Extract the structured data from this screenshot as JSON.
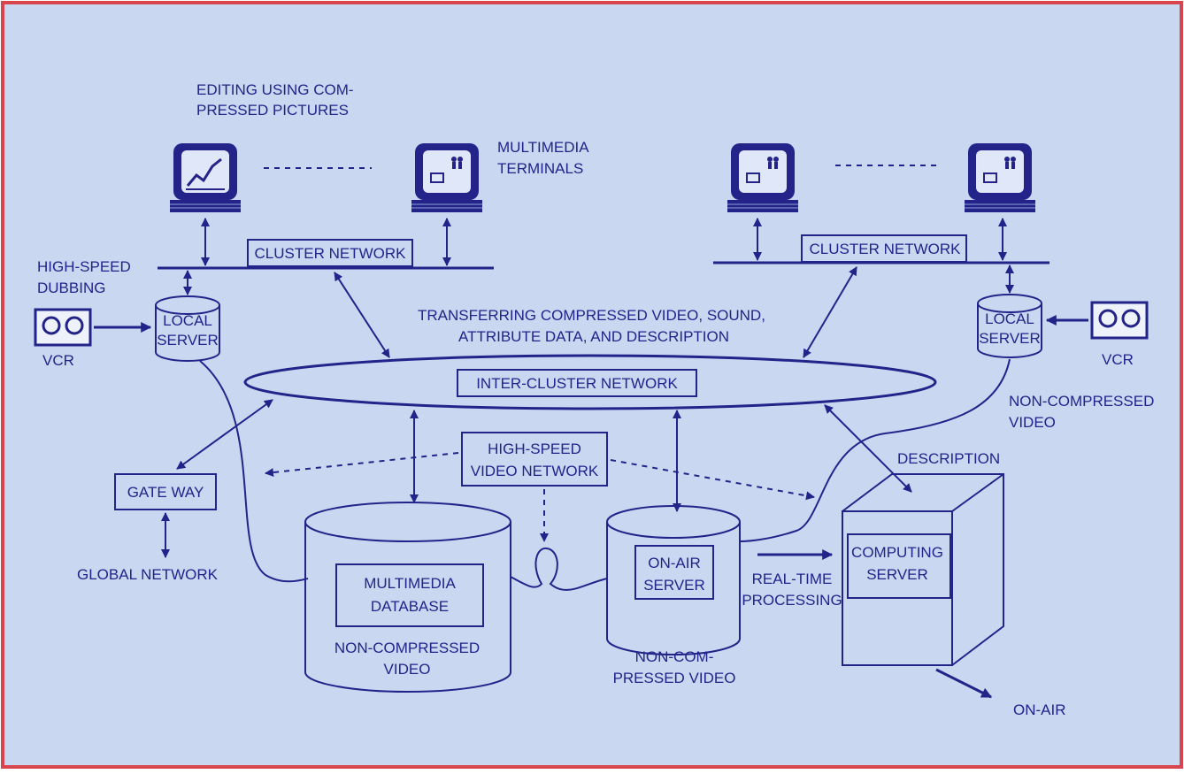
{
  "colors": {
    "ink": "#23238a",
    "paper": "#c9d7f1",
    "frame": "#d8454d"
  },
  "labels": {
    "editing_line1": "EDITING USING COM-",
    "editing_line2": "PRESSED PICTURES",
    "multimedia_terminals_line1": "MULTIMEDIA",
    "multimedia_terminals_line2": "TERMINALS",
    "cluster_network_left": "CLUSTER NETWORK",
    "cluster_network_right": "CLUSTER NETWORK",
    "high_speed_dubbing_line1": "HIGH-SPEED",
    "high_speed_dubbing_line2": "DUBBING",
    "local_server_left_line1": "LOCAL",
    "local_server_left_line2": "SERVER",
    "local_server_right_line1": "LOCAL",
    "local_server_right_line2": "SERVER",
    "vcr_left": "VCR",
    "vcr_right": "VCR",
    "transferring_line1": "TRANSFERRING COMPRESSED VIDEO, SOUND,",
    "transferring_line2": "ATTRIBUTE DATA, AND DESCRIPTION",
    "inter_cluster_network": "INTER-CLUSTER NETWORK",
    "non_compressed_video_right_line1": "NON-COMPRESSED",
    "non_compressed_video_right_line2": "VIDEO",
    "high_speed_video_network_line1": "HIGH-SPEED",
    "high_speed_video_network_line2": "VIDEO NETWORK",
    "gate_way": "GATE WAY",
    "global_network": "GLOBAL NETWORK",
    "description": "DESCRIPTION",
    "multimedia_database_line1": "MULTIMEDIA",
    "multimedia_database_line2": "DATABASE",
    "non_compressed_video_db_line1": "NON-COMPRESSED",
    "non_compressed_video_db_line2": "VIDEO",
    "on_air_server_line1": "ON-AIR",
    "on_air_server_line2": "SERVER",
    "non_compressed_video_onair_line1": "NON-COM-",
    "non_compressed_video_onair_line2": "PRESSED VIDEO",
    "real_time_processing_line1": "REAL-TIME",
    "real_time_processing_line2": "PROCESSING",
    "computing_server_line1": "COMPUTING",
    "computing_server_line2": "SERVER",
    "on_air": "ON-AIR"
  },
  "icons": {
    "terminal_chart": "monitor-with-chart-icon",
    "terminal_multimedia": "monitor-with-people-icon",
    "vcr": "vcr-icon"
  }
}
